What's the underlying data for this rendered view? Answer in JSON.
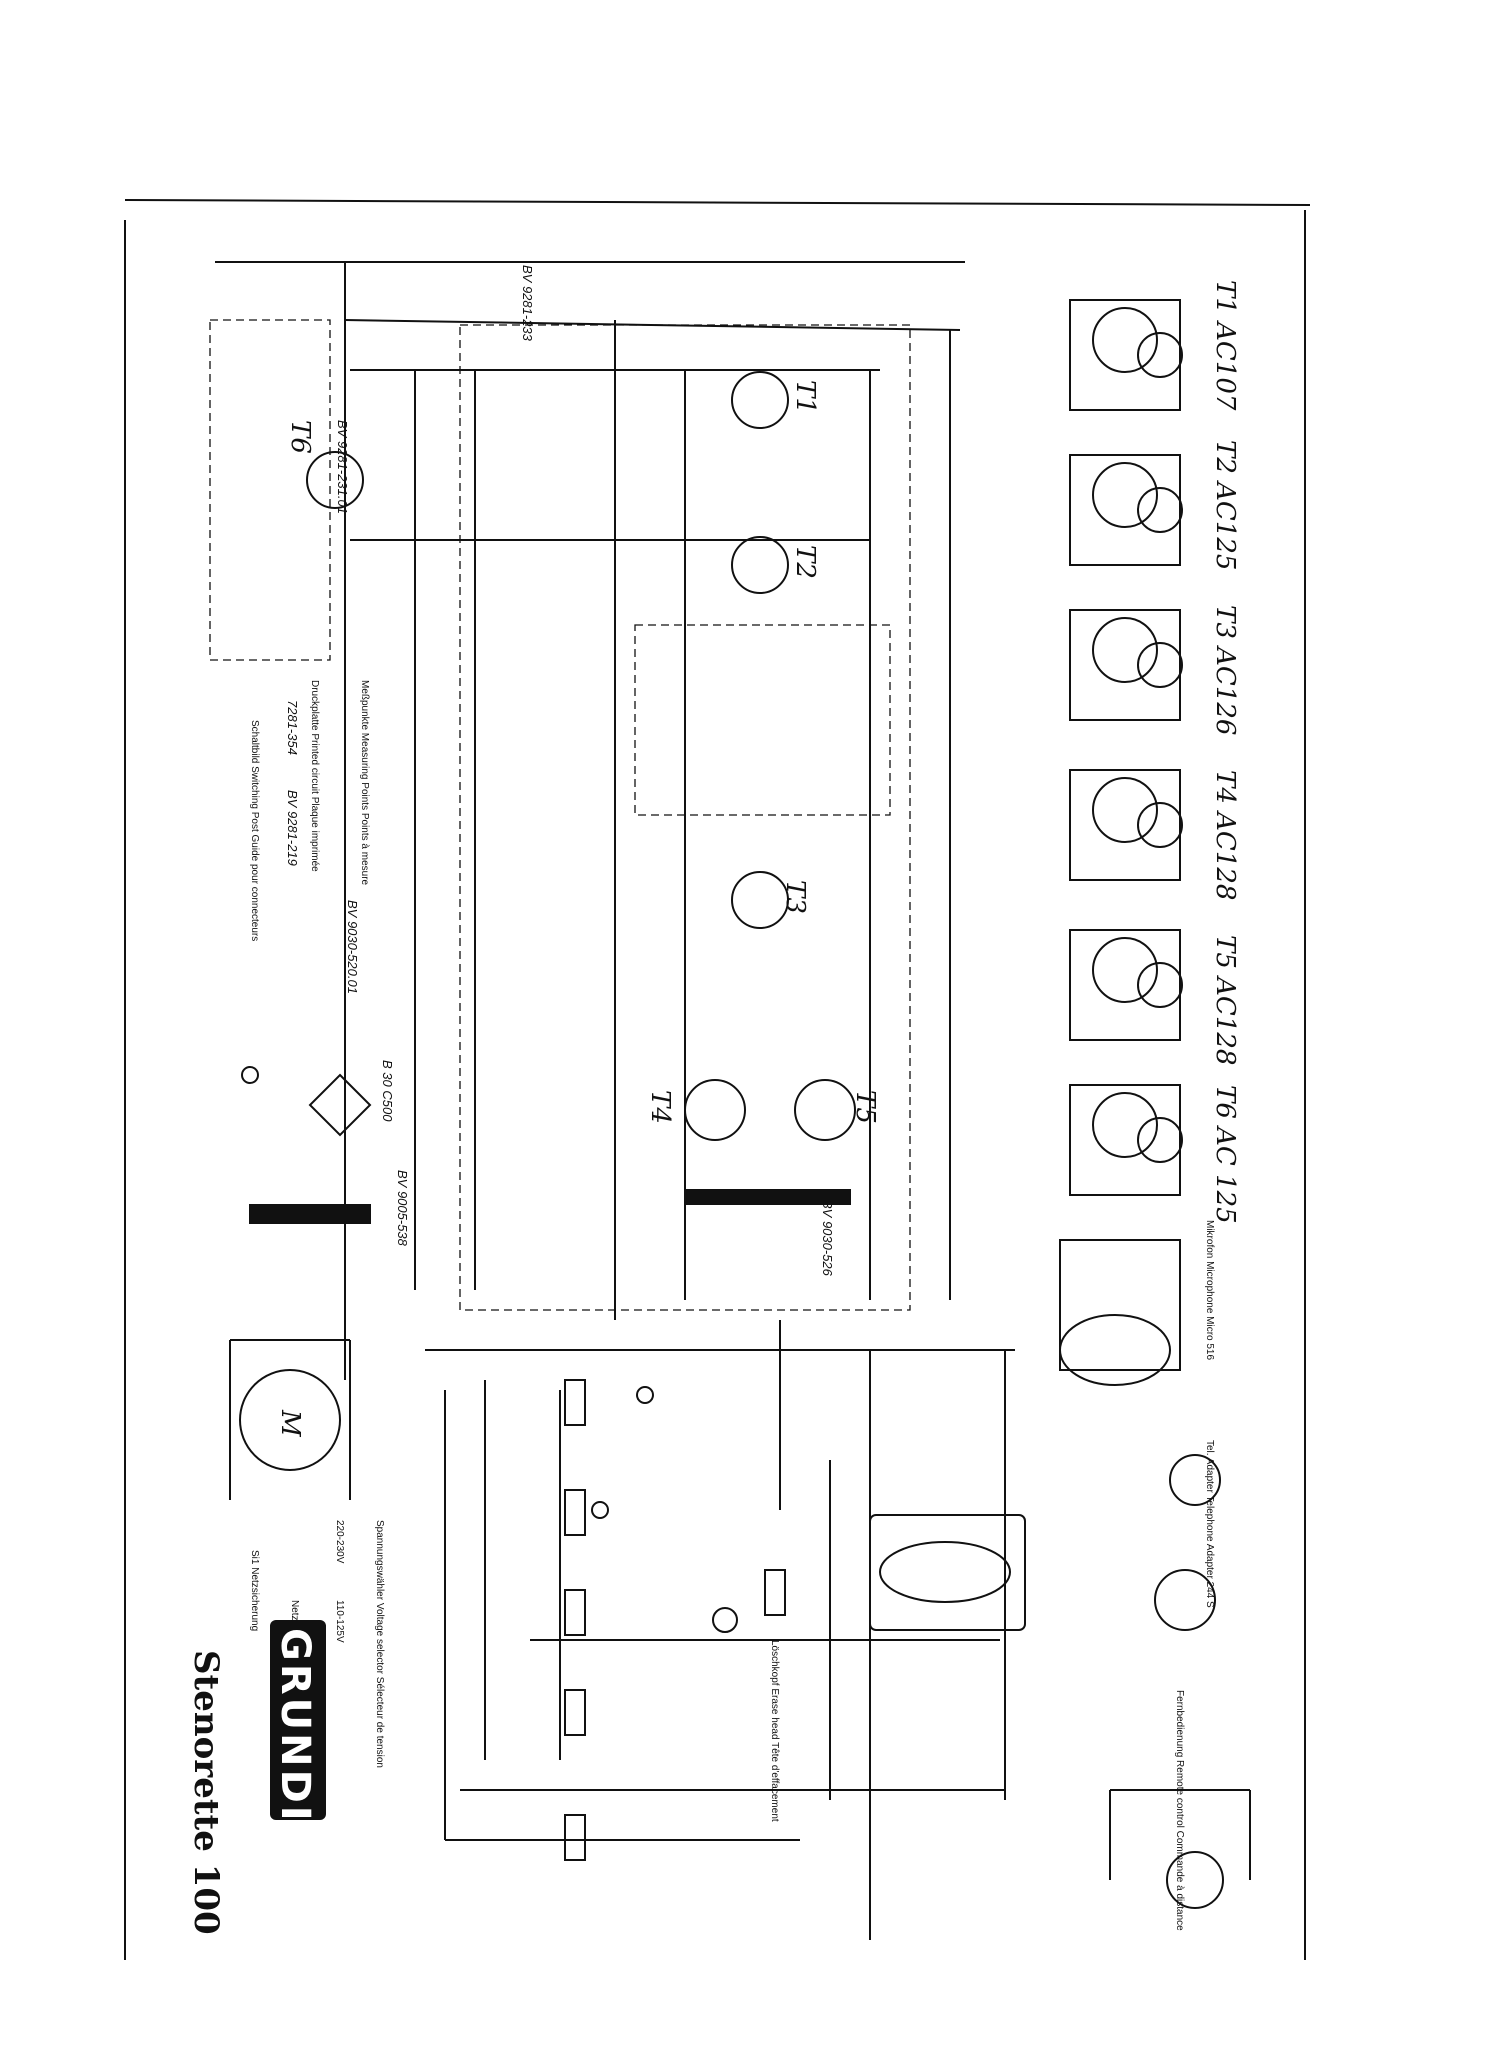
{
  "brand": "GRUNDIG",
  "model": "Stenorette 100",
  "transistor_labels": [
    "T1 AC107",
    "T2 AC125",
    "T3 AC126",
    "T4 AC128",
    "T5 AC128",
    "T6 AC 125"
  ],
  "transistors": [
    "T1",
    "T2",
    "T3",
    "T4",
    "T5",
    "T6"
  ],
  "part_numbers": [
    "BV 9281-233",
    "BV 9281-231.01",
    "BV 9281-219",
    "BV 9030-520.01",
    "BV 9005-538",
    "BV 9030-526",
    "B 30 C500",
    "7281-354"
  ],
  "annotations": {
    "schaltplan": "Schaltbild Switching Post Guide pour connecteurs",
    "messpunkte": "Meßpunkte Measuring Points Points à mesure",
    "druckplatte": "Druckplatte Printed circuit Plaque imprimée",
    "spannungswaehler": "Spannungswähler Voltage selector Sélecteur de tension",
    "voltages": [
      "220-230V",
      "110-125V"
    ],
    "netz": "Netz Mains Secteur",
    "loeschkopf": "Löschkopf Erase head Tête d'effacement",
    "mikrofon": "Mikrofon Microphone Micro 516",
    "adapter": "Tel. Adapter Telephone Adapter 244 S",
    "fernbedienung": "Fernbedienung Remote control Commande à distance",
    "mains_fuse": "Si1 Netzsicherung",
    "motor": "M"
  },
  "colors": {
    "ink": "#111111",
    "paper": "#ffffff"
  }
}
